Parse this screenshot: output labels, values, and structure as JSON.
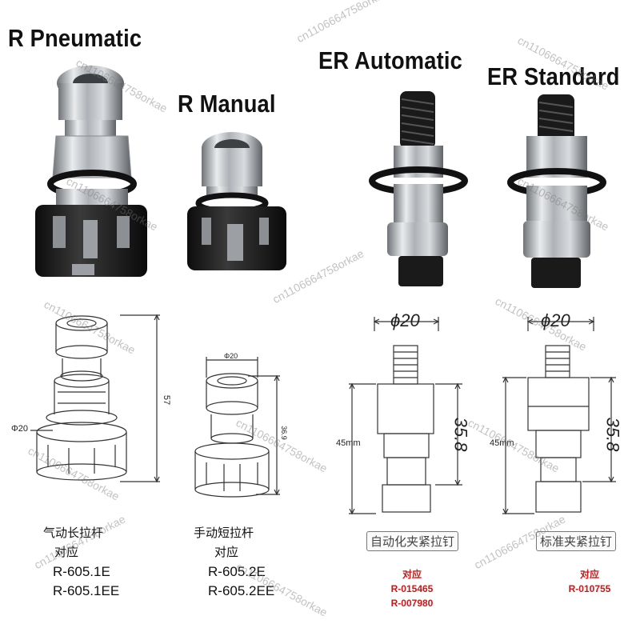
{
  "titles": {
    "r_pneumatic": "R Pneumatic",
    "r_manual": "R Manual",
    "er_automatic": "ER Automatic",
    "er_standard": "ER Standard"
  },
  "captions": {
    "r_pneumatic": {
      "name": "气动长拉杆",
      "label": "对应",
      "codes": [
        "R-605.1E",
        "R-605.1EE"
      ]
    },
    "r_manual": {
      "name": "手动短拉杆",
      "label": "对应",
      "codes": [
        "R-605.2E",
        "R-605.2EE"
      ]
    },
    "er_automatic": {
      "name": "自动化夹紧拉钉",
      "label": "对应",
      "codes": [
        "R-015465",
        "R-007980"
      ]
    },
    "er_standard": {
      "name": "标准夹紧拉钉",
      "label": "对应",
      "codes": [
        "R-010755"
      ]
    }
  },
  "dimensions": {
    "r_pneumatic": {
      "diameter": "Φ20",
      "height": "57"
    },
    "r_manual": {
      "diameter": "Φ20",
      "height": "36.9"
    },
    "er_automatic": {
      "diameter": "ϕ20",
      "total": "45mm",
      "partial": "35.8"
    },
    "er_standard": {
      "diameter": "ϕ20",
      "total": "45mm",
      "partial": "35.8"
    }
  },
  "watermark": "cn1106664758orkae",
  "colors": {
    "accent_red": "#c41a1a",
    "metal": "#b9bcc0",
    "rubber": "#1a1a1a"
  }
}
